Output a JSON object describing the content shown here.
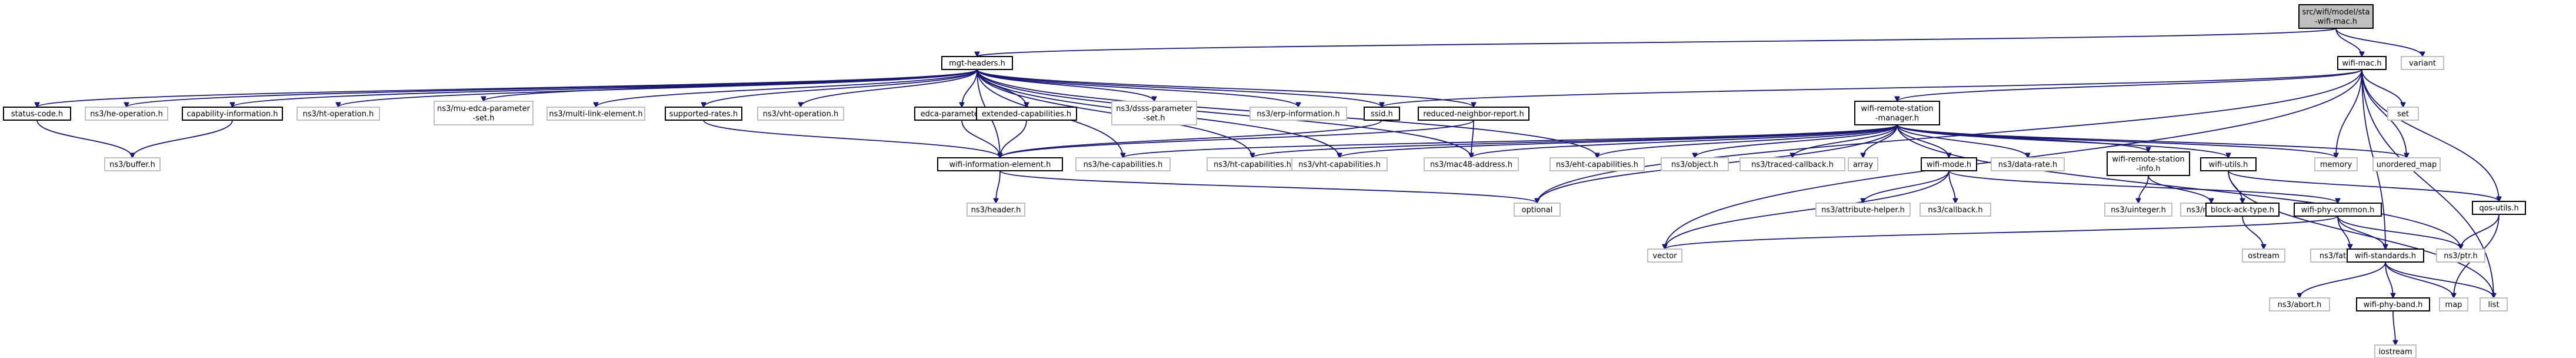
{
  "graph": {
    "nodes": [
      {
        "id": "root",
        "lines": [
          "src/wifi/model/sta",
          "-wifi-mac.h"
        ],
        "kind": "root"
      },
      {
        "id": "mgt",
        "lines": [
          "mgt-headers.h"
        ],
        "kind": "normal"
      },
      {
        "id": "wifimac",
        "lines": [
          "wifi-mac.h"
        ],
        "kind": "normal"
      },
      {
        "id": "variant",
        "lines": [
          "variant"
        ],
        "kind": "gray"
      },
      {
        "id": "statuscode",
        "lines": [
          "status-code.h"
        ],
        "kind": "normal"
      },
      {
        "id": "heop",
        "lines": [
          "ns3/he-operation.h"
        ],
        "kind": "gray"
      },
      {
        "id": "capinfo",
        "lines": [
          "capability-information.h"
        ],
        "kind": "normal"
      },
      {
        "id": "htop",
        "lines": [
          "ns3/ht-operation.h"
        ],
        "kind": "gray"
      },
      {
        "id": "muedca",
        "lines": [
          "ns3/mu-edca-parameter",
          "-set.h"
        ],
        "kind": "gray"
      },
      {
        "id": "multilink",
        "lines": [
          "ns3/multi-link-element.h"
        ],
        "kind": "gray"
      },
      {
        "id": "suprates",
        "lines": [
          "supported-rates.h"
        ],
        "kind": "normal"
      },
      {
        "id": "vhtop",
        "lines": [
          "ns3/vht-operation.h"
        ],
        "kind": "gray"
      },
      {
        "id": "edcaparam",
        "lines": [
          "edca-parameter-set.h"
        ],
        "kind": "normal"
      },
      {
        "id": "extcap",
        "lines": [
          "extended-capabilities.h"
        ],
        "kind": "normal"
      },
      {
        "id": "dsss",
        "lines": [
          "ns3/dsss-parameter",
          "-set.h"
        ],
        "kind": "gray"
      },
      {
        "id": "erp",
        "lines": [
          "ns3/erp-information.h"
        ],
        "kind": "gray"
      },
      {
        "id": "ssid",
        "lines": [
          "ssid.h"
        ],
        "kind": "normal"
      },
      {
        "id": "rnr",
        "lines": [
          "reduced-neighbor-report.h"
        ],
        "kind": "normal"
      },
      {
        "id": "rsm",
        "lines": [
          "wifi-remote-station",
          "-manager.h"
        ],
        "kind": "normal"
      },
      {
        "id": "set",
        "lines": [
          "set"
        ],
        "kind": "gray"
      },
      {
        "id": "buffer",
        "lines": [
          "ns3/buffer.h"
        ],
        "kind": "gray"
      },
      {
        "id": "wie",
        "lines": [
          "wifi-information-element.h"
        ],
        "kind": "normal"
      },
      {
        "id": "hecap",
        "lines": [
          "ns3/he-capabilities.h"
        ],
        "kind": "gray"
      },
      {
        "id": "htcap",
        "lines": [
          "ns3/ht-capabilities.h"
        ],
        "kind": "gray"
      },
      {
        "id": "vhtcap",
        "lines": [
          "ns3/vht-capabilities.h"
        ],
        "kind": "gray"
      },
      {
        "id": "mac48",
        "lines": [
          "ns3/mac48-address.h"
        ],
        "kind": "gray"
      },
      {
        "id": "ehtcap",
        "lines": [
          "ns3/eht-capabilities.h"
        ],
        "kind": "gray"
      },
      {
        "id": "object",
        "lines": [
          "ns3/object.h"
        ],
        "kind": "gray"
      },
      {
        "id": "traced",
        "lines": [
          "ns3/traced-callback.h"
        ],
        "kind": "gray"
      },
      {
        "id": "array",
        "lines": [
          "array"
        ],
        "kind": "gray"
      },
      {
        "id": "wifimode",
        "lines": [
          "wifi-mode.h"
        ],
        "kind": "normal"
      },
      {
        "id": "datarate",
        "lines": [
          "ns3/data-rate.h"
        ],
        "kind": "gray"
      },
      {
        "id": "rsinfo",
        "lines": [
          "wifi-remote-station",
          "-info.h"
        ],
        "kind": "normal"
      },
      {
        "id": "wifiutils",
        "lines": [
          "wifi-utils.h"
        ],
        "kind": "normal"
      },
      {
        "id": "memory",
        "lines": [
          "memory"
        ],
        "kind": "gray"
      },
      {
        "id": "umap",
        "lines": [
          "unordered_map"
        ],
        "kind": "gray"
      },
      {
        "id": "qosutils",
        "lines": [
          "qos-utils.h"
        ],
        "kind": "normal"
      },
      {
        "id": "header",
        "lines": [
          "ns3/header.h"
        ],
        "kind": "gray"
      },
      {
        "id": "optional",
        "lines": [
          "optional"
        ],
        "kind": "gray"
      },
      {
        "id": "attrhelper",
        "lines": [
          "ns3/attribute-helper.h"
        ],
        "kind": "gray"
      },
      {
        "id": "callback",
        "lines": [
          "ns3/callback.h"
        ],
        "kind": "gray"
      },
      {
        "id": "uinteger",
        "lines": [
          "ns3/uinteger.h"
        ],
        "kind": "gray"
      },
      {
        "id": "nstime",
        "lines": [
          "ns3/nstime.h"
        ],
        "kind": "gray"
      },
      {
        "id": "blockack",
        "lines": [
          "block-ack-type.h"
        ],
        "kind": "normal"
      },
      {
        "id": "phycommon",
        "lines": [
          "wifi-phy-common.h"
        ],
        "kind": "normal"
      },
      {
        "id": "vector",
        "lines": [
          "vector"
        ],
        "kind": "gray"
      },
      {
        "id": "ostream",
        "lines": [
          "ostream"
        ],
        "kind": "gray"
      },
      {
        "id": "fatal",
        "lines": [
          "ns3/fatal-error.h"
        ],
        "kind": "gray"
      },
      {
        "id": "standards",
        "lines": [
          "wifi-standards.h"
        ],
        "kind": "normal"
      },
      {
        "id": "ptr",
        "lines": [
          "ns3/ptr.h"
        ],
        "kind": "gray"
      },
      {
        "id": "abort",
        "lines": [
          "ns3/abort.h"
        ],
        "kind": "gray"
      },
      {
        "id": "phyband",
        "lines": [
          "wifi-phy-band.h"
        ],
        "kind": "normal"
      },
      {
        "id": "map",
        "lines": [
          "map"
        ],
        "kind": "gray"
      },
      {
        "id": "list",
        "lines": [
          "list"
        ],
        "kind": "gray"
      },
      {
        "id": "iostream",
        "lines": [
          "iostream"
        ],
        "kind": "gray"
      }
    ],
    "edges": [
      [
        "root",
        "mgt"
      ],
      [
        "root",
        "wifimac"
      ],
      [
        "root",
        "variant"
      ],
      [
        "mgt",
        "statuscode"
      ],
      [
        "mgt",
        "heop"
      ],
      [
        "mgt",
        "capinfo"
      ],
      [
        "mgt",
        "htop"
      ],
      [
        "mgt",
        "muedca"
      ],
      [
        "mgt",
        "multilink"
      ],
      [
        "mgt",
        "suprates"
      ],
      [
        "mgt",
        "vhtop"
      ],
      [
        "mgt",
        "edcaparam"
      ],
      [
        "mgt",
        "extcap"
      ],
      [
        "mgt",
        "dsss"
      ],
      [
        "mgt",
        "erp"
      ],
      [
        "mgt",
        "ssid"
      ],
      [
        "mgt",
        "rnr"
      ],
      [
        "mgt",
        "wie"
      ],
      [
        "mgt",
        "hecap"
      ],
      [
        "mgt",
        "htcap"
      ],
      [
        "mgt",
        "vhtcap"
      ],
      [
        "mgt",
        "mac48"
      ],
      [
        "mgt",
        "ehtcap"
      ],
      [
        "statuscode",
        "buffer"
      ],
      [
        "capinfo",
        "buffer"
      ],
      [
        "suprates",
        "wie"
      ],
      [
        "edcaparam",
        "wie"
      ],
      [
        "extcap",
        "wie"
      ],
      [
        "ssid",
        "wie"
      ],
      [
        "rnr",
        "wie"
      ],
      [
        "rnr",
        "mac48"
      ],
      [
        "wie",
        "header"
      ],
      [
        "wie",
        "optional"
      ],
      [
        "wifimac",
        "ssid"
      ],
      [
        "wifimac",
        "rsm"
      ],
      [
        "wifimac",
        "set"
      ],
      [
        "wifimac",
        "memory"
      ],
      [
        "wifimac",
        "umap"
      ],
      [
        "wifimac",
        "qosutils"
      ],
      [
        "wifimac",
        "vector"
      ],
      [
        "wifimac",
        "list"
      ],
      [
        "wifimac",
        "standards"
      ],
      [
        "wifimac",
        "optional"
      ],
      [
        "rsm",
        "hecap"
      ],
      [
        "rsm",
        "htcap"
      ],
      [
        "rsm",
        "vhtcap"
      ],
      [
        "rsm",
        "mac48"
      ],
      [
        "rsm",
        "ehtcap"
      ],
      [
        "rsm",
        "object"
      ],
      [
        "rsm",
        "traced"
      ],
      [
        "rsm",
        "array"
      ],
      [
        "rsm",
        "wifimode"
      ],
      [
        "rsm",
        "datarate"
      ],
      [
        "rsm",
        "rsinfo"
      ],
      [
        "rsm",
        "wifiutils"
      ],
      [
        "rsm",
        "memory"
      ],
      [
        "rsm",
        "umap"
      ],
      [
        "rsm",
        "optional"
      ],
      [
        "rsm",
        "ptr"
      ],
      [
        "wifimode",
        "attrhelper"
      ],
      [
        "wifimode",
        "callback"
      ],
      [
        "wifimode",
        "vector"
      ],
      [
        "wifimode",
        "phycommon"
      ],
      [
        "rsinfo",
        "uinteger"
      ],
      [
        "rsinfo",
        "nstime"
      ],
      [
        "wifiutils",
        "blockack"
      ],
      [
        "wifiutils",
        "qosutils"
      ],
      [
        "wifiutils",
        "list"
      ],
      [
        "blockack",
        "ostream"
      ],
      [
        "phycommon",
        "ptr"
      ],
      [
        "phycommon",
        "fatal"
      ],
      [
        "phycommon",
        "standards"
      ],
      [
        "phycommon",
        "vector"
      ],
      [
        "qosutils",
        "ptr"
      ],
      [
        "qosutils",
        "map"
      ],
      [
        "standards",
        "abort"
      ],
      [
        "standards",
        "phyband"
      ],
      [
        "standards",
        "map"
      ],
      [
        "standards",
        "list"
      ],
      [
        "phyband",
        "iostream"
      ]
    ]
  }
}
